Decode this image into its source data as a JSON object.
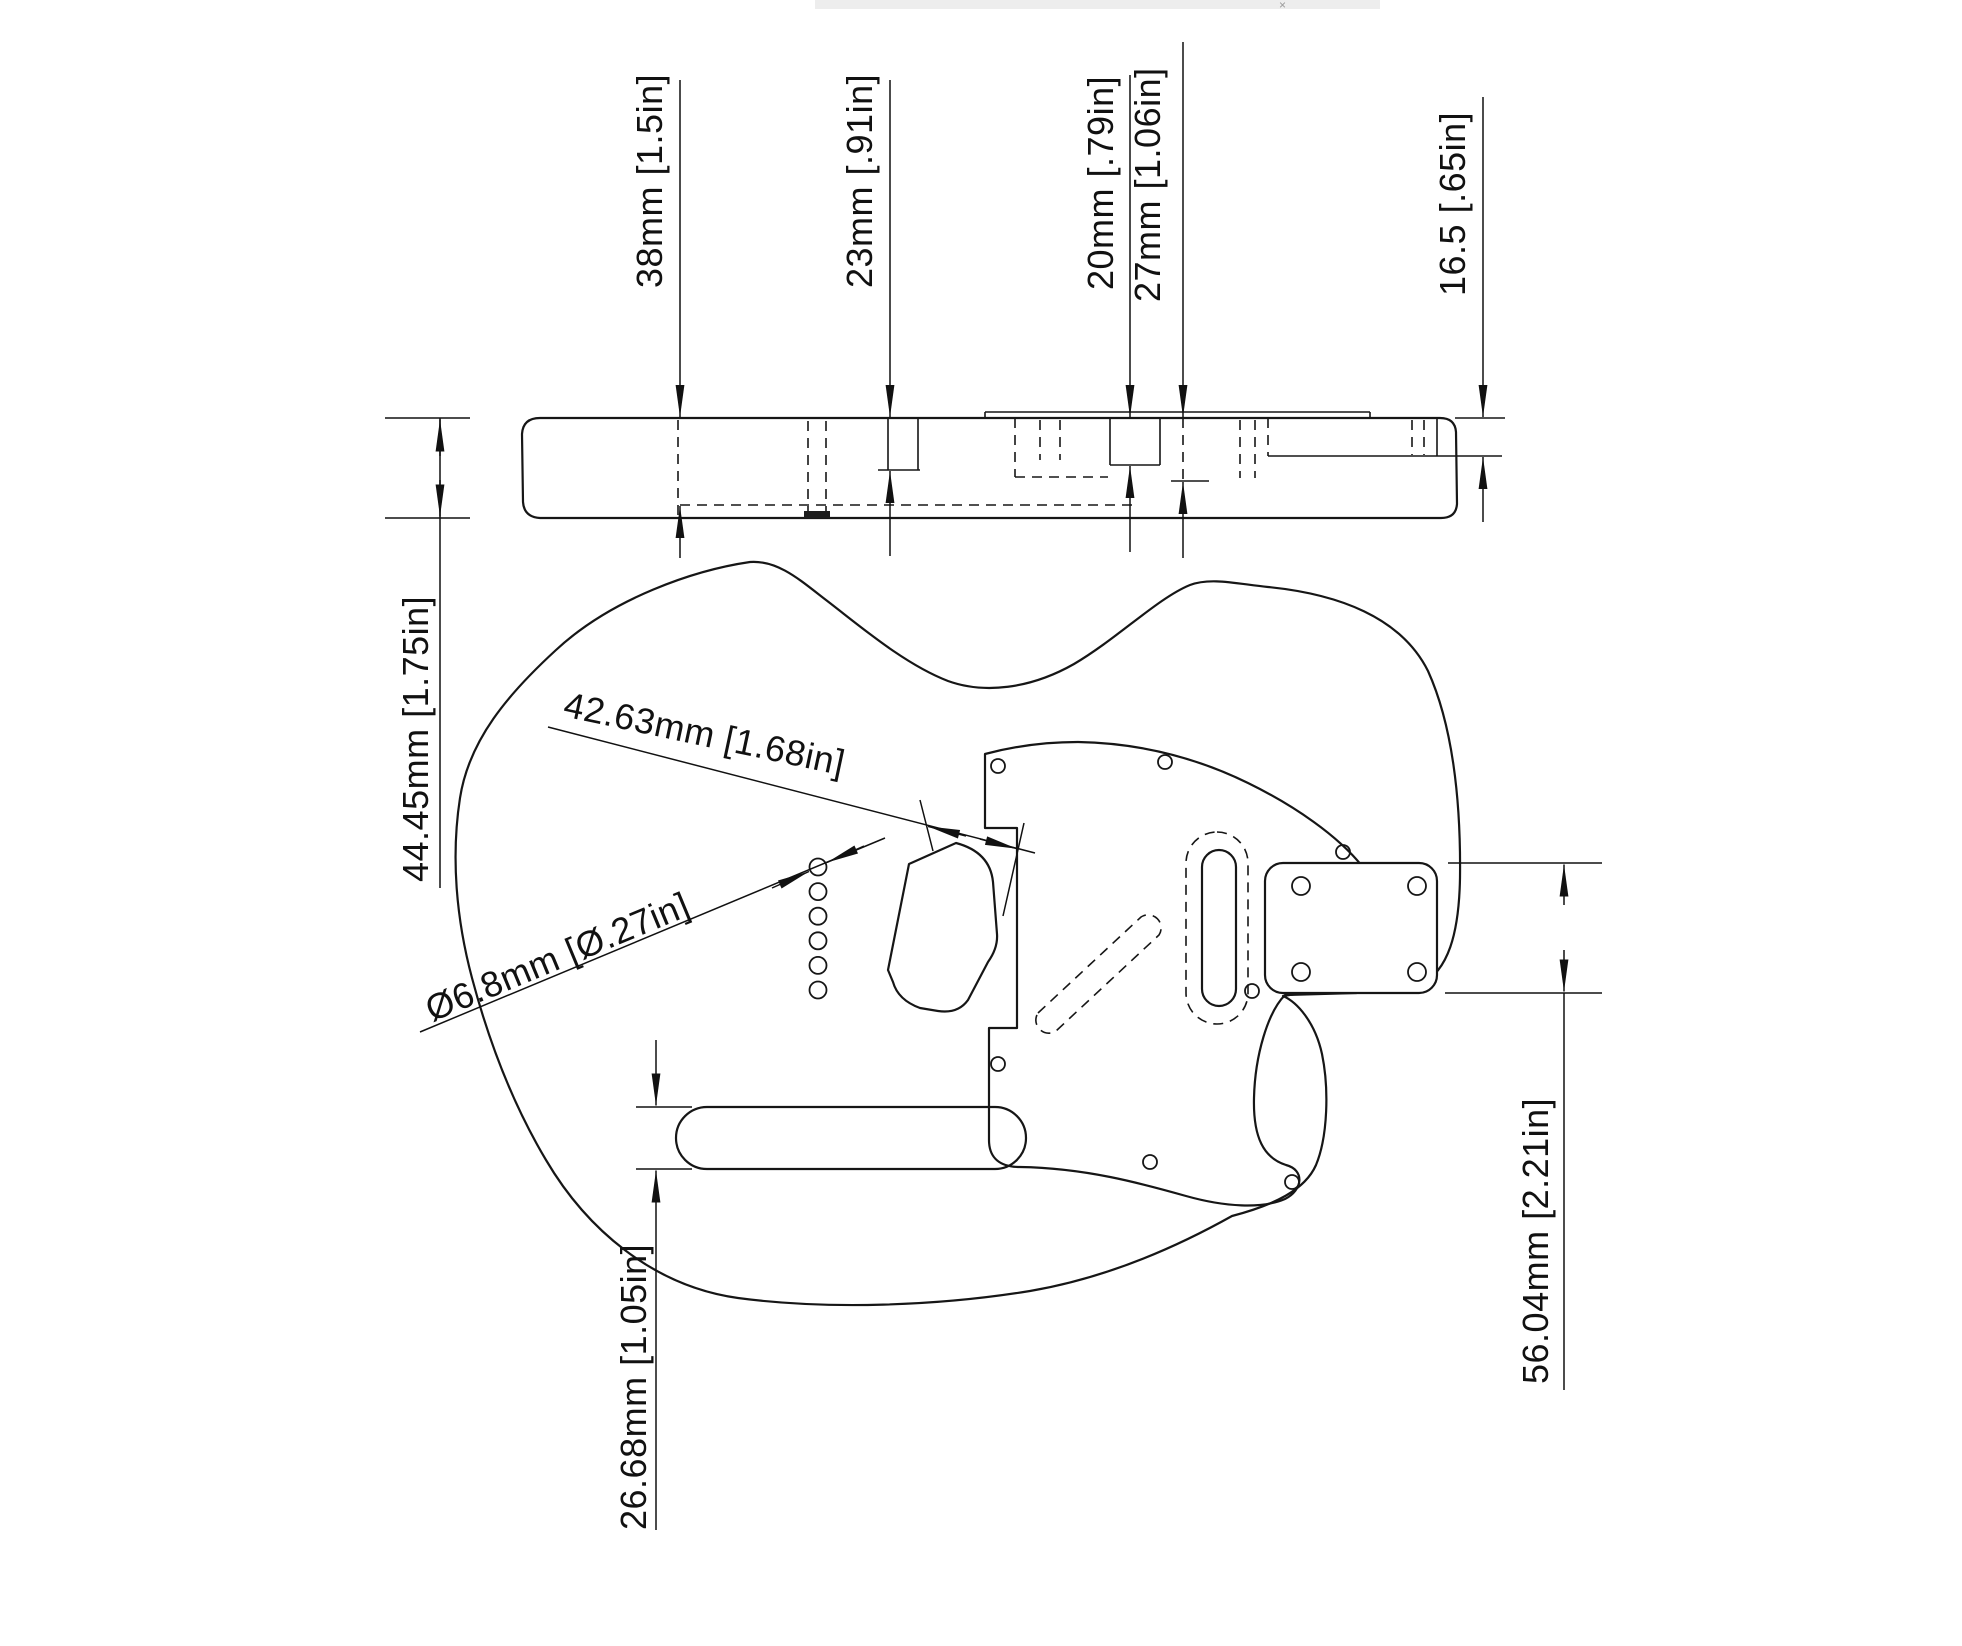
{
  "window": {
    "top_strip_color": "#ededed",
    "close_glyph": "×"
  },
  "drawing": {
    "line_color": "#161616",
    "background": "#ffffff",
    "labels": {
      "depth_38": "38mm [1.5in]",
      "depth_23": "23mm [.91in]",
      "depth_20": "20mm [.79in]",
      "depth_27": "27mm [1.06in]",
      "depth_16_5": "16.5 [.65in]",
      "thickness": "44.45mm [1.75in]",
      "spacing_42_63": "42.63mm [1.68in]",
      "ferrule_dia": "Ø6.8mm [Ø.27in]",
      "cavity_26_68": "26.68mm [1.05in]",
      "bridge_56_04": "56.04mm [2.21in]"
    }
  }
}
